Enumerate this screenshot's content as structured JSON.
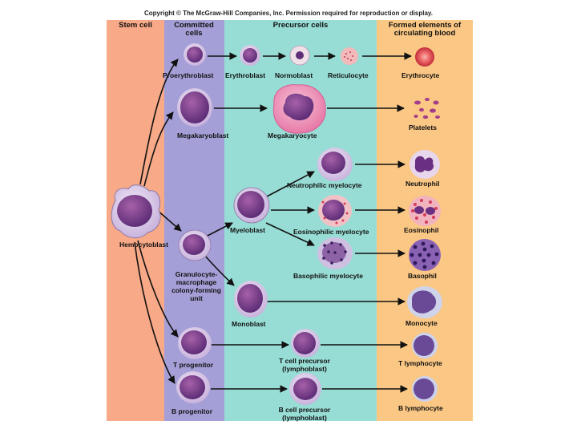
{
  "copyright": "Copyright © The McGraw-Hill Companies, Inc. Permission required for reproduction or display.",
  "columns": {
    "stem": "Stem cell",
    "committed": "Committed cells",
    "precursor": "Precursor cells",
    "formed": "Formed elements of circulating blood"
  },
  "cells": {
    "hemocytoblast": "Hemocytoblast",
    "proerythroblast": "Proerythroblast",
    "erythroblast": "Erythroblast",
    "normoblast": "Normoblast",
    "reticulocyte": "Reticulocyte",
    "erythrocyte": "Erythrocyte",
    "megakaryoblast": "Megakaryoblast",
    "megakaryocyte": "Megakaryocyte",
    "platelets": "Platelets",
    "myeloblast": "Myeloblast",
    "neutrophilic_myelocyte": "Neutrophilic myelocyte",
    "neutrophil": "Neutrophil",
    "eosinophilic_myelocyte": "Eosinophilic myelocyte",
    "eosinophil": "Eosinophil",
    "basophilic_myelocyte": "Basophilic myelocyte",
    "basophil": "Basophil",
    "gm_cfu": "Granulocyte-macrophage colony-forming unit",
    "monoblast": "Monoblast",
    "monocyte": "Monocyte",
    "t_progenitor": "T progenitor",
    "t_precursor": "T cell precursor (lymphoblast)",
    "t_lymphocyte": "T lymphocyte",
    "b_progenitor": "B progenitor",
    "b_precursor": "B cell precursor (lymphoblast)",
    "b_lymphocyte": "B lymphocyte"
  },
  "colors": {
    "stem_band": "#f8a987",
    "committed_band": "#a59fd7",
    "precursor_band": "#98ddd5",
    "formed_band": "#fbc784",
    "nucleus": "#7a3f8f",
    "cytoplasm": "#e4d4ef",
    "erythrocyte": "#e0474f",
    "eosin_granule": "#d43d5a"
  }
}
